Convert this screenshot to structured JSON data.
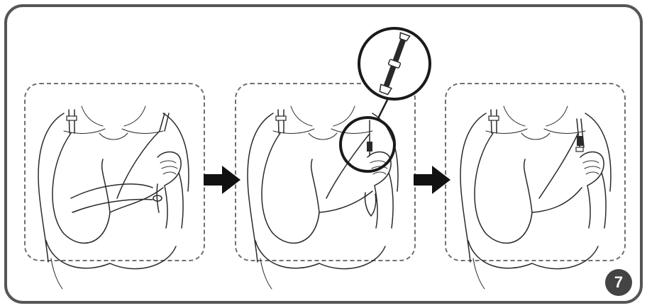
{
  "step": {
    "number": "7"
  },
  "colors": {
    "frame": "#555555",
    "badge": "#444444",
    "arrow": "#111111",
    "line": "#2a2a2a"
  },
  "icons": {
    "arrow": "arrow-right-icon",
    "magnifier": "zoom-callout-icon",
    "adjuster": "strap-adjuster-icon"
  },
  "panels": [
    {
      "id": "panel-1",
      "content": "strap-unhooked"
    },
    {
      "id": "panel-2",
      "content": "strap-being-attached"
    },
    {
      "id": "panel-3",
      "content": "strap-attached"
    }
  ]
}
